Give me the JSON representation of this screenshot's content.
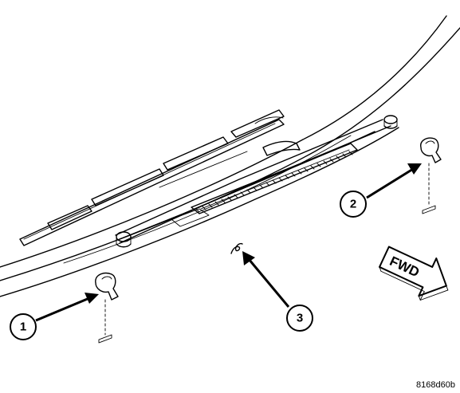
{
  "callouts": [
    {
      "label": "1",
      "target": "washer-nozzle-left"
    },
    {
      "label": "2",
      "target": "washer-nozzle-right"
    },
    {
      "label": "3",
      "target": "cowl-grille-clip"
    }
  ],
  "direction_label": "FWD",
  "figure_id": "8168d60b"
}
